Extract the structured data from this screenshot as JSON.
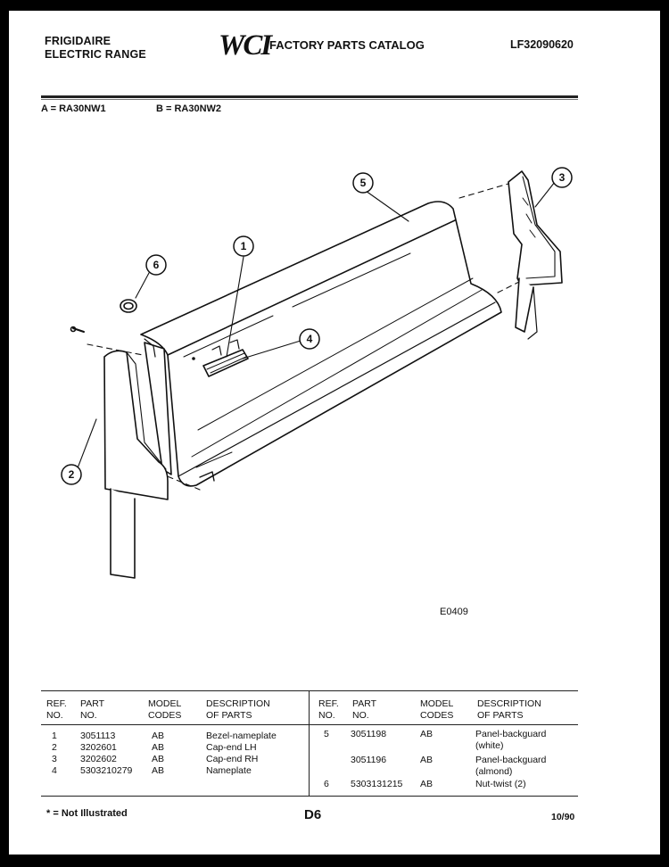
{
  "header": {
    "brand": "FRIGIDAIRE",
    "product": "ELECTRIC RANGE",
    "logo": "WCI",
    "catalog_title": "FACTORY PARTS CATALOG",
    "catalog_number": "LF32090620"
  },
  "models": {
    "a": "A = RA30NW1",
    "b": "B = RA30NW2"
  },
  "figure": {
    "code": "E0409",
    "callouts": [
      "1",
      "2",
      "3",
      "4",
      "5",
      "6"
    ]
  },
  "table": {
    "headers": {
      "ref": "REF.\nNO.",
      "part": "PART\nNO.",
      "model": "MODEL\nCODES",
      "desc": "DESCRIPTION\nOF PARTS"
    },
    "left_rows": [
      {
        "ref": "1",
        "part": "3051113",
        "codes": "AB",
        "desc": "Bezel-nameplate"
      },
      {
        "ref": "2",
        "part": "3202601",
        "codes": "AB",
        "desc": "Cap-end LH"
      },
      {
        "ref": "3",
        "part": "3202602",
        "codes": "AB",
        "desc": "Cap-end RH"
      },
      {
        "ref": "4",
        "part": "5303210279",
        "codes": "AB",
        "desc": "Nameplate"
      }
    ],
    "right_rows": [
      {
        "ref": "5",
        "part": "3051198",
        "codes": "AB",
        "desc": "Panel-backguard",
        "desc2": "(white)"
      },
      {
        "ref": "",
        "part": "3051196",
        "codes": "AB",
        "desc": "Panel-backguard",
        "desc2": "(almond)"
      },
      {
        "ref": "6",
        "part": "5303131215",
        "codes": "AB",
        "desc": "Nut-twist (2)",
        "desc2": ""
      }
    ]
  },
  "footer": {
    "note": "* = Not Illustrated",
    "page": "D6",
    "date": "10/90"
  }
}
